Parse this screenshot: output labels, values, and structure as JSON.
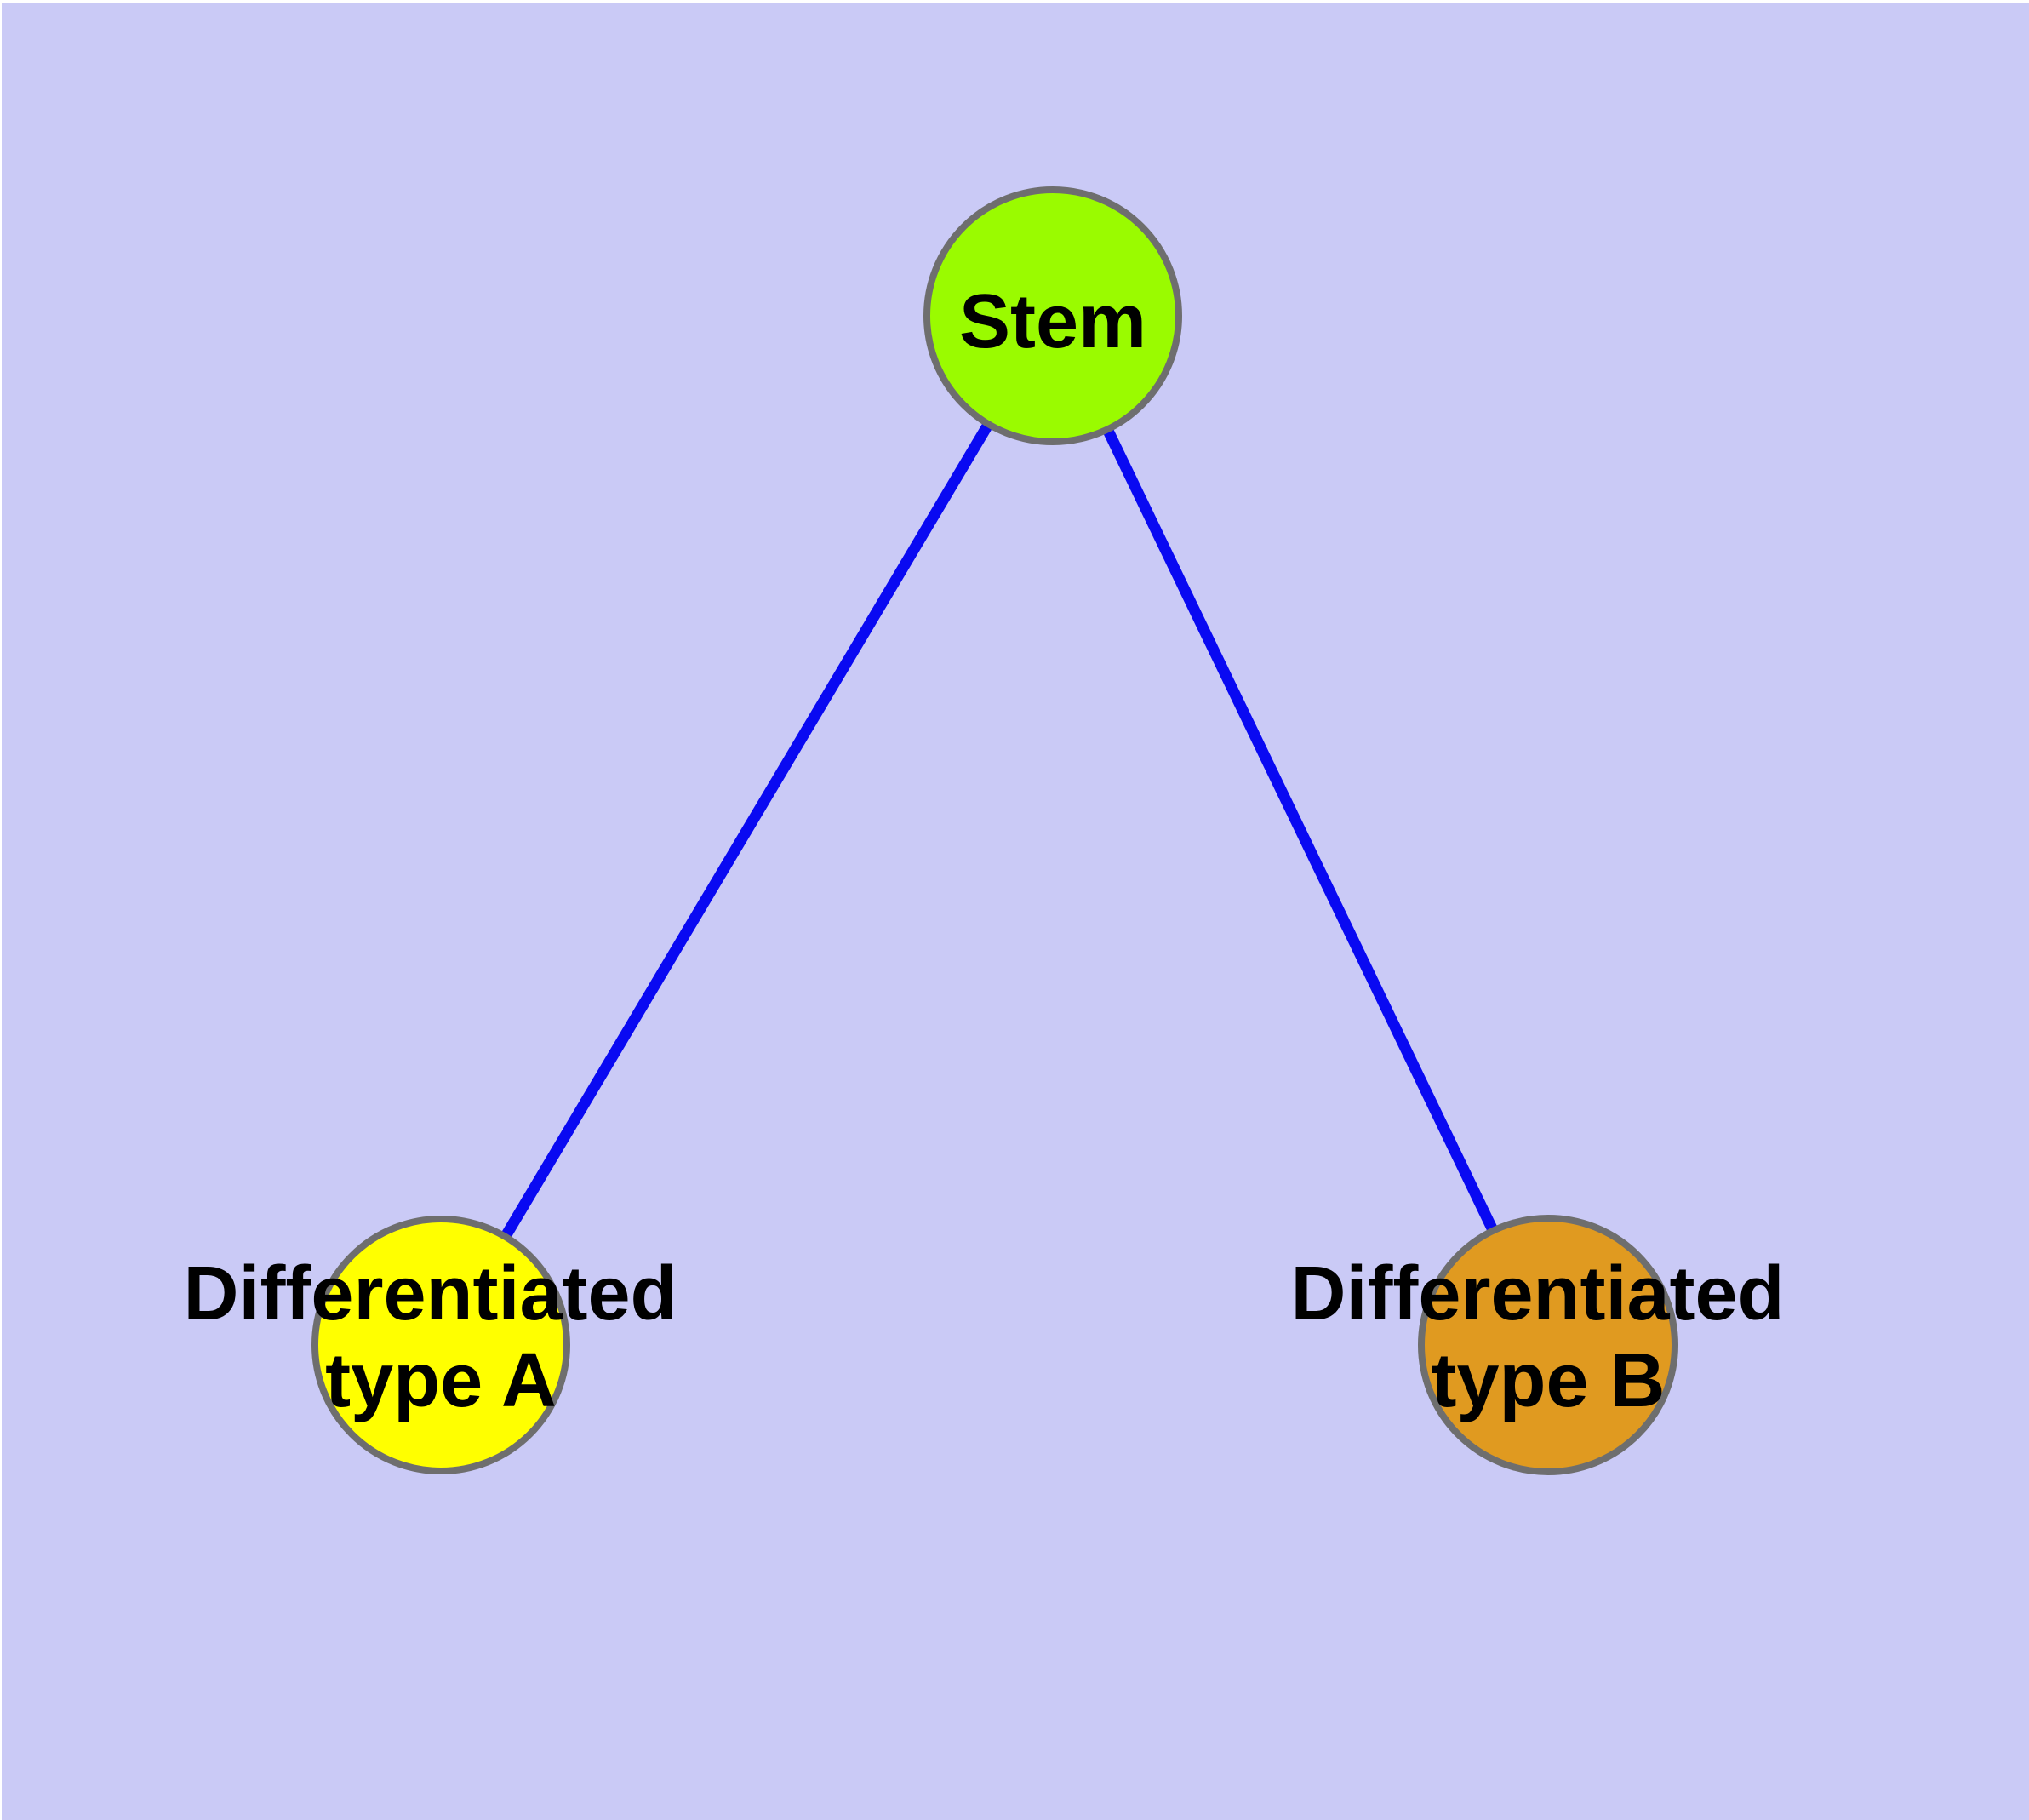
{
  "diagram": {
    "description": "Cell differentiation graph with a stem node branching into two differentiated cell types",
    "background_color": "#CACAF6",
    "edge_color": "#0909F2",
    "node_border_color": "#6E6E6E",
    "label_color": "#000000",
    "nodes": [
      {
        "id": "stem",
        "label": "Stem",
        "label_lines": [
          "Stem"
        ],
        "fill": "#9AFB00"
      },
      {
        "id": "differentiated-type-a",
        "label": "Differentiated type A",
        "label_lines": [
          "Differentiated",
          "type A"
        ],
        "fill": "#FFFF00"
      },
      {
        "id": "differentiated-type-b",
        "label": "Differentiated type B",
        "label_lines": [
          "Differentiated",
          "type B"
        ],
        "fill": "#E09A20"
      }
    ],
    "edges": [
      {
        "from": "stem",
        "to": "differentiated-type-a"
      },
      {
        "from": "stem",
        "to": "differentiated-type-b"
      }
    ]
  }
}
